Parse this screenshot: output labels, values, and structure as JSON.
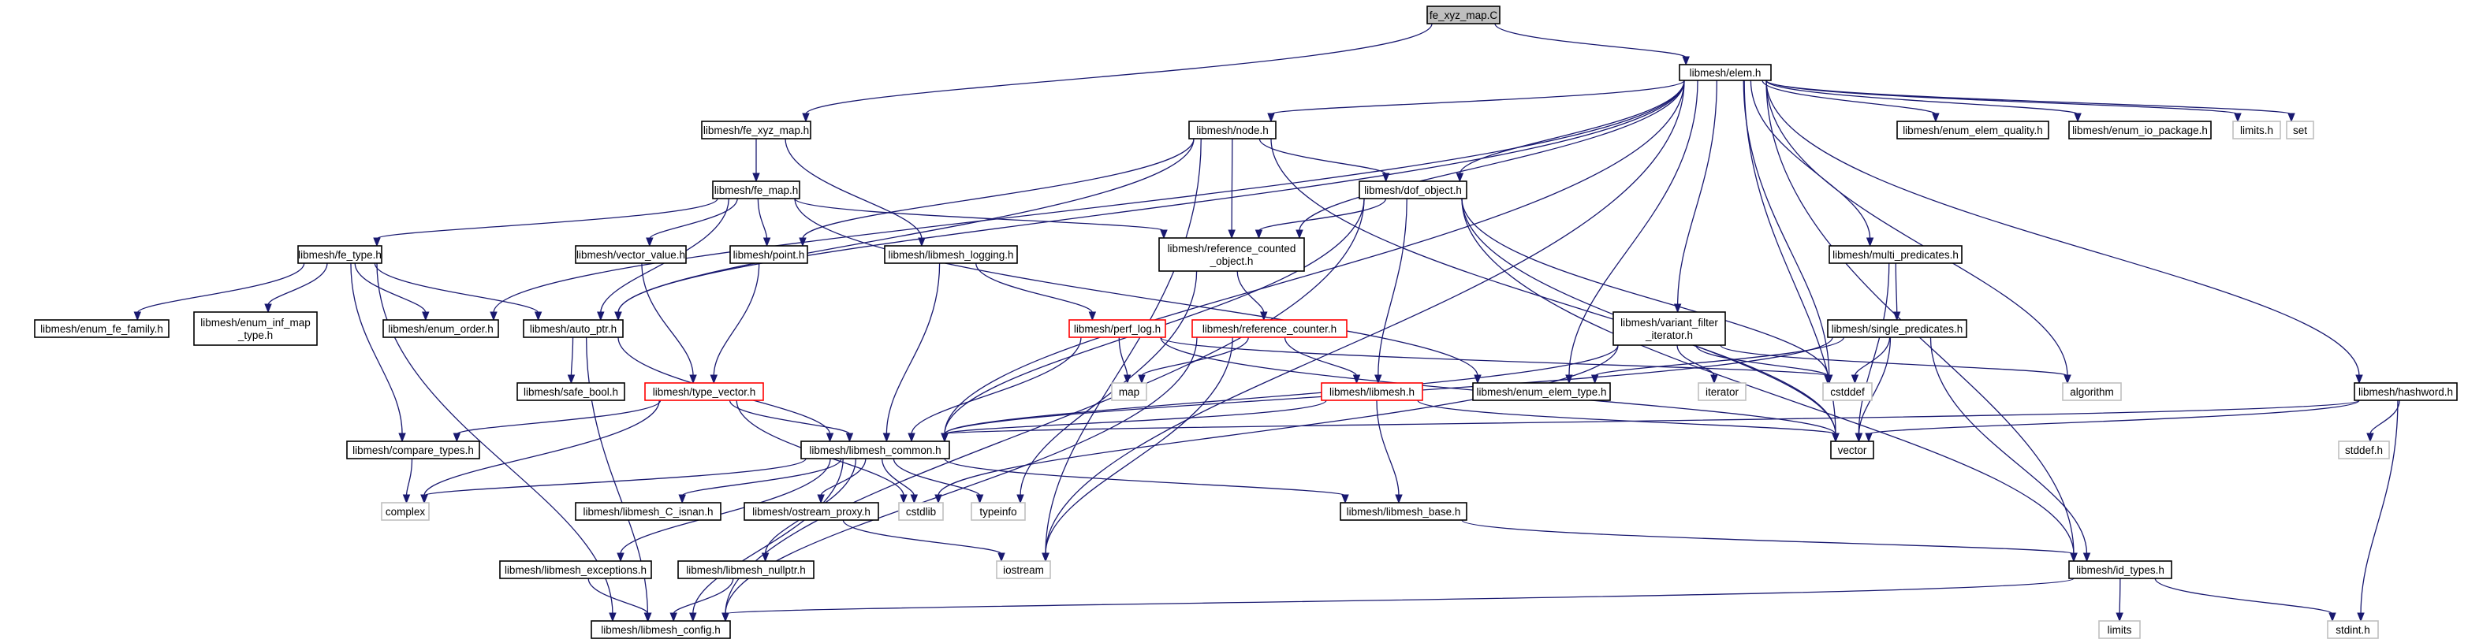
{
  "nodes": [
    {
      "id": "fe_xyz_map_C",
      "label": "fe_xyz_map.C",
      "style": "root"
    },
    {
      "id": "elem_h",
      "label": "libmesh/elem.h",
      "style": "normal"
    },
    {
      "id": "fe_xyz_map_h",
      "label": "libmesh/fe_xyz_map.h",
      "style": "normal"
    },
    {
      "id": "node_h",
      "label": "libmesh/node.h",
      "style": "normal"
    },
    {
      "id": "fe_map_h",
      "label": "libmesh/fe_map.h",
      "style": "normal"
    },
    {
      "id": "dof_object_h",
      "label": "libmesh/dof_object.h",
      "style": "normal"
    },
    {
      "id": "fe_type_h",
      "label": "libmesh/fe_type.h",
      "style": "normal"
    },
    {
      "id": "vector_value_h",
      "label": "libmesh/vector_value.h",
      "style": "normal"
    },
    {
      "id": "point_h",
      "label": "libmesh/point.h",
      "style": "normal"
    },
    {
      "id": "libmesh_logging_h",
      "label": "libmesh/libmesh_logging.h",
      "style": "normal"
    },
    {
      "id": "reference_counted_object_h",
      "label": "libmesh/reference_counted\n_object.h",
      "style": "normal"
    },
    {
      "id": "enum_elem_quality_h",
      "label": "libmesh/enum_elem_quality.h",
      "style": "normal"
    },
    {
      "id": "enum_io_package_h",
      "label": "libmesh/enum_io_package.h",
      "style": "normal"
    },
    {
      "id": "limits_h",
      "label": "limits.h",
      "style": "gray"
    },
    {
      "id": "set",
      "label": "set",
      "style": "gray"
    },
    {
      "id": "multi_predicates_h",
      "label": "libmesh/multi_predicates.h",
      "style": "normal"
    },
    {
      "id": "enum_fe_family_h",
      "label": "libmesh/enum_fe_family.h",
      "style": "normal"
    },
    {
      "id": "enum_inf_map_type_h",
      "label": "libmesh/enum_inf_map\n_type.h",
      "style": "normal"
    },
    {
      "id": "enum_order_h",
      "label": "libmesh/enum_order.h",
      "style": "normal"
    },
    {
      "id": "auto_ptr_h",
      "label": "libmesh/auto_ptr.h",
      "style": "normal"
    },
    {
      "id": "perf_log_h",
      "label": "libmesh/perf_log.h",
      "style": "red"
    },
    {
      "id": "reference_counter_h",
      "label": "libmesh/reference_counter.h",
      "style": "red"
    },
    {
      "id": "variant_filter_iterator_h",
      "label": "libmesh/variant_filter\n_iterator.h",
      "style": "normal"
    },
    {
      "id": "single_predicates_h",
      "label": "libmesh/single_predicates.h",
      "style": "normal"
    },
    {
      "id": "safe_bool_h",
      "label": "libmesh/safe_bool.h",
      "style": "normal"
    },
    {
      "id": "type_vector_h",
      "label": "libmesh/type_vector.h",
      "style": "red"
    },
    {
      "id": "map",
      "label": "map",
      "style": "gray"
    },
    {
      "id": "libmesh_h",
      "label": "libmesh/libmesh.h",
      "style": "red"
    },
    {
      "id": "enum_elem_type_h",
      "label": "libmesh/enum_elem_type.h",
      "style": "normal"
    },
    {
      "id": "iterator",
      "label": "iterator",
      "style": "gray"
    },
    {
      "id": "cstddef",
      "label": "cstddef",
      "style": "gray"
    },
    {
      "id": "algorithm",
      "label": "algorithm",
      "style": "gray"
    },
    {
      "id": "hashword_h",
      "label": "libmesh/hashword.h",
      "style": "normal"
    },
    {
      "id": "compare_types_h",
      "label": "libmesh/compare_types.h",
      "style": "normal"
    },
    {
      "id": "libmesh_common_h",
      "label": "libmesh/libmesh_common.h",
      "style": "normal"
    },
    {
      "id": "vector",
      "label": "vector",
      "style": "normal"
    },
    {
      "id": "stddef_h",
      "label": "stddef.h",
      "style": "gray"
    },
    {
      "id": "complex",
      "label": "complex",
      "style": "gray"
    },
    {
      "id": "libmesh_c_isnan_h",
      "label": "libmesh/libmesh_C_isnan.h",
      "style": "normal"
    },
    {
      "id": "ostream_proxy_h",
      "label": "libmesh/ostream_proxy.h",
      "style": "normal"
    },
    {
      "id": "cstdlib",
      "label": "cstdlib",
      "style": "gray"
    },
    {
      "id": "typeinfo",
      "label": "typeinfo",
      "style": "gray"
    },
    {
      "id": "libmesh_base_h",
      "label": "libmesh/libmesh_base.h",
      "style": "normal"
    },
    {
      "id": "libmesh_exceptions_h",
      "label": "libmesh/libmesh_exceptions.h",
      "style": "normal"
    },
    {
      "id": "libmesh_nullptr_h",
      "label": "libmesh/libmesh_nullptr.h",
      "style": "normal"
    },
    {
      "id": "iostream",
      "label": "iostream",
      "style": "gray"
    },
    {
      "id": "id_types_h",
      "label": "libmesh/id_types.h",
      "style": "normal"
    },
    {
      "id": "libmesh_config_h",
      "label": "libmesh/libmesh_config.h",
      "style": "normal"
    },
    {
      "id": "limits",
      "label": "limits",
      "style": "gray"
    },
    {
      "id": "stdint_h",
      "label": "stdint.h",
      "style": "gray"
    }
  ],
  "edges": [
    [
      "fe_xyz_map_C",
      "elem_h"
    ],
    [
      "fe_xyz_map_C",
      "fe_xyz_map_h"
    ],
    [
      "elem_h",
      "node_h"
    ],
    [
      "elem_h",
      "dof_object_h"
    ],
    [
      "elem_h",
      "reference_counted_object_h"
    ],
    [
      "elem_h",
      "enum_elem_quality_h"
    ],
    [
      "elem_h",
      "enum_io_package_h"
    ],
    [
      "elem_h",
      "limits_h"
    ],
    [
      "elem_h",
      "set"
    ],
    [
      "elem_h",
      "multi_predicates_h"
    ],
    [
      "elem_h",
      "variant_filter_iterator_h"
    ],
    [
      "elem_h",
      "hashword_h"
    ],
    [
      "elem_h",
      "auto_ptr_h"
    ],
    [
      "elem_h",
      "enum_order_h"
    ],
    [
      "elem_h",
      "libmesh_common_h"
    ],
    [
      "elem_h",
      "iostream"
    ],
    [
      "elem_h",
      "enum_elem_type_h"
    ],
    [
      "elem_h",
      "cstddef"
    ],
    [
      "elem_h",
      "algorithm"
    ],
    [
      "elem_h",
      "vector"
    ],
    [
      "elem_h",
      "id_types_h"
    ],
    [
      "fe_xyz_map_h",
      "fe_map_h"
    ],
    [
      "fe_xyz_map_h",
      "libmesh_logging_h"
    ],
    [
      "node_h",
      "point_h"
    ],
    [
      "node_h",
      "dof_object_h"
    ],
    [
      "node_h",
      "reference_counted_object_h"
    ],
    [
      "node_h",
      "auto_ptr_h"
    ],
    [
      "node_h",
      "iostream"
    ],
    [
      "node_h",
      "vector"
    ],
    [
      "fe_map_h",
      "fe_type_h"
    ],
    [
      "fe_map_h",
      "vector_value_h"
    ],
    [
      "fe_map_h",
      "point_h"
    ],
    [
      "fe_map_h",
      "reference_counted_object_h"
    ],
    [
      "fe_map_h",
      "auto_ptr_h"
    ],
    [
      "fe_map_h",
      "enum_elem_type_h"
    ],
    [
      "dof_object_h",
      "reference_counted_object_h"
    ],
    [
      "dof_object_h",
      "libmesh_common_h"
    ],
    [
      "dof_object_h",
      "libmesh_h"
    ],
    [
      "dof_object_h",
      "cstddef"
    ],
    [
      "dof_object_h",
      "vector"
    ],
    [
      "dof_object_h",
      "id_types_h"
    ],
    [
      "dof_object_h",
      "libmesh_config_h"
    ],
    [
      "fe_type_h",
      "enum_fe_family_h"
    ],
    [
      "fe_type_h",
      "enum_inf_map_type_h"
    ],
    [
      "fe_type_h",
      "enum_order_h"
    ],
    [
      "fe_type_h",
      "auto_ptr_h"
    ],
    [
      "fe_type_h",
      "compare_types_h"
    ],
    [
      "fe_type_h",
      "libmesh_config_h"
    ],
    [
      "vector_value_h",
      "type_vector_h"
    ],
    [
      "point_h",
      "type_vector_h"
    ],
    [
      "libmesh_logging_h",
      "perf_log_h"
    ],
    [
      "libmesh_logging_h",
      "libmesh_common_h"
    ],
    [
      "reference_counted_object_h",
      "reference_counter_h"
    ],
    [
      "reference_counted_object_h",
      "typeinfo"
    ],
    [
      "multi_predicates_h",
      "single_predicates_h"
    ],
    [
      "multi_predicates_h",
      "vector"
    ],
    [
      "auto_ptr_h",
      "safe_bool_h"
    ],
    [
      "auto_ptr_h",
      "libmesh_common_h"
    ],
    [
      "auto_ptr_h",
      "libmesh_config_h"
    ],
    [
      "perf_log_h",
      "map"
    ],
    [
      "perf_log_h",
      "libmesh_common_h"
    ],
    [
      "perf_log_h",
      "vector"
    ],
    [
      "perf_log_h",
      "cstddef"
    ],
    [
      "reference_counter_h",
      "map"
    ],
    [
      "reference_counter_h",
      "libmesh_h"
    ],
    [
      "reference_counter_h",
      "iostream"
    ],
    [
      "reference_counter_h",
      "libmesh_config_h"
    ],
    [
      "variant_filter_iterator_h",
      "iterator"
    ],
    [
      "variant_filter_iterator_h",
      "cstddef"
    ],
    [
      "variant_filter_iterator_h",
      "algorithm"
    ],
    [
      "variant_filter_iterator_h",
      "libmesh_common_h"
    ],
    [
      "variant_filter_iterator_h",
      "cstdlib"
    ],
    [
      "single_predicates_h",
      "enum_elem_type_h"
    ],
    [
      "single_predicates_h",
      "cstddef"
    ],
    [
      "single_predicates_h",
      "vector"
    ],
    [
      "single_predicates_h",
      "libmesh_common_h"
    ],
    [
      "single_predicates_h",
      "id_types_h"
    ],
    [
      "type_vector_h",
      "compare_types_h"
    ],
    [
      "type_vector_h",
      "libmesh_common_h"
    ],
    [
      "type_vector_h",
      "complex"
    ],
    [
      "type_vector_h",
      "cstdlib"
    ],
    [
      "libmesh_h",
      "libmesh_common_h"
    ],
    [
      "libmesh_h",
      "libmesh_base_h"
    ],
    [
      "libmesh_h",
      "vector"
    ],
    [
      "hashword_h",
      "stddef_h"
    ],
    [
      "hashword_h",
      "stdint_h"
    ],
    [
      "hashword_h",
      "vector"
    ],
    [
      "hashword_h",
      "libmesh_common_h"
    ],
    [
      "compare_types_h",
      "complex"
    ],
    [
      "libmesh_common_h",
      "complex"
    ],
    [
      "libmesh_common_h",
      "libmesh_c_isnan_h"
    ],
    [
      "libmesh_common_h",
      "ostream_proxy_h"
    ],
    [
      "libmesh_common_h",
      "cstdlib"
    ],
    [
      "libmesh_common_h",
      "typeinfo"
    ],
    [
      "libmesh_common_h",
      "libmesh_base_h"
    ],
    [
      "libmesh_common_h",
      "libmesh_exceptions_h"
    ],
    [
      "libmesh_common_h",
      "libmesh_nullptr_h"
    ],
    [
      "libmesh_common_h",
      "libmesh_config_h"
    ],
    [
      "ostream_proxy_h",
      "iostream"
    ],
    [
      "libmesh_base_h",
      "id_types_h"
    ],
    [
      "libmesh_exceptions_h",
      "libmesh_config_h"
    ],
    [
      "libmesh_nullptr_h",
      "libmesh_config_h"
    ],
    [
      "id_types_h",
      "limits"
    ],
    [
      "id_types_h",
      "stdint_h"
    ],
    [
      "id_types_h",
      "libmesh_config_h"
    ]
  ]
}
